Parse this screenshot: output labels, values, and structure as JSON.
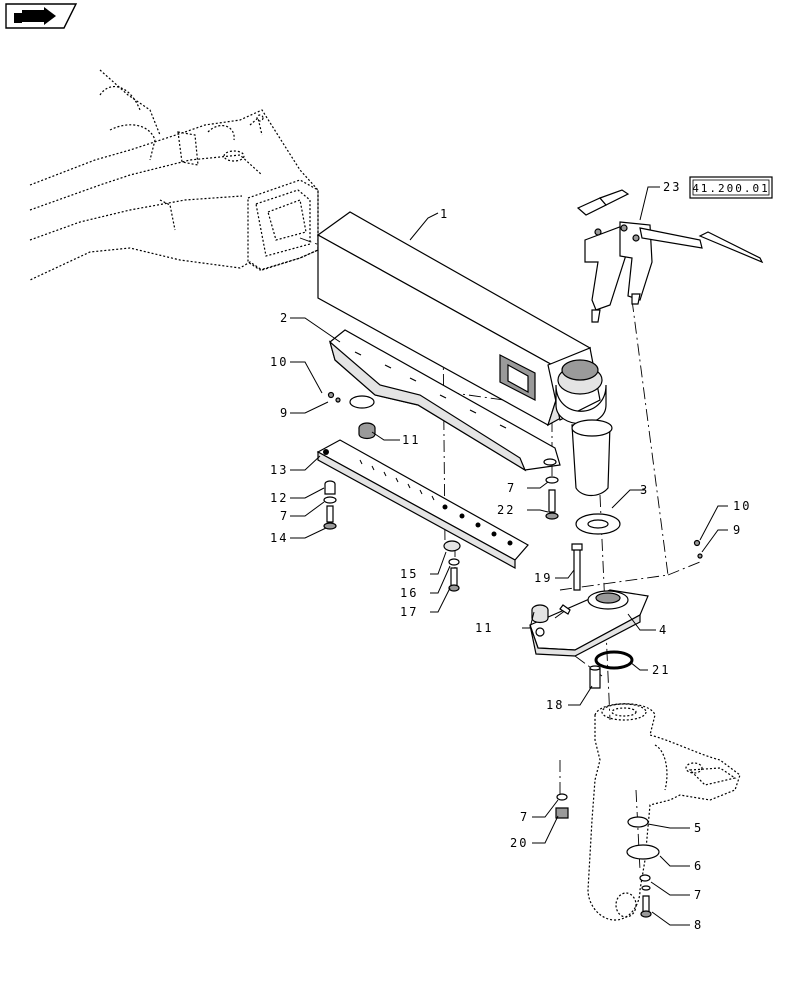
{
  "icons": {
    "nav_icon": "arrow-icon"
  },
  "reference_box": "41.200.01",
  "callouts": {
    "c1": "1",
    "c2": "2",
    "c3": "3",
    "c4": "4",
    "c5": "5",
    "c6": "6",
    "c7a": "7",
    "c7b": "7",
    "c7c": "7",
    "c7d": "7",
    "c8": "8",
    "c9a": "9",
    "c9b": "9",
    "c10a": "10",
    "c10b": "10",
    "c11a": "11",
    "c11b": "11",
    "c12": "12",
    "c13": "13",
    "c14": "14",
    "c15": "15",
    "c16": "16",
    "c17": "17",
    "c18": "18",
    "c19": "19",
    "c20": "20",
    "c21": "21",
    "c22": "22",
    "c23": "23"
  }
}
